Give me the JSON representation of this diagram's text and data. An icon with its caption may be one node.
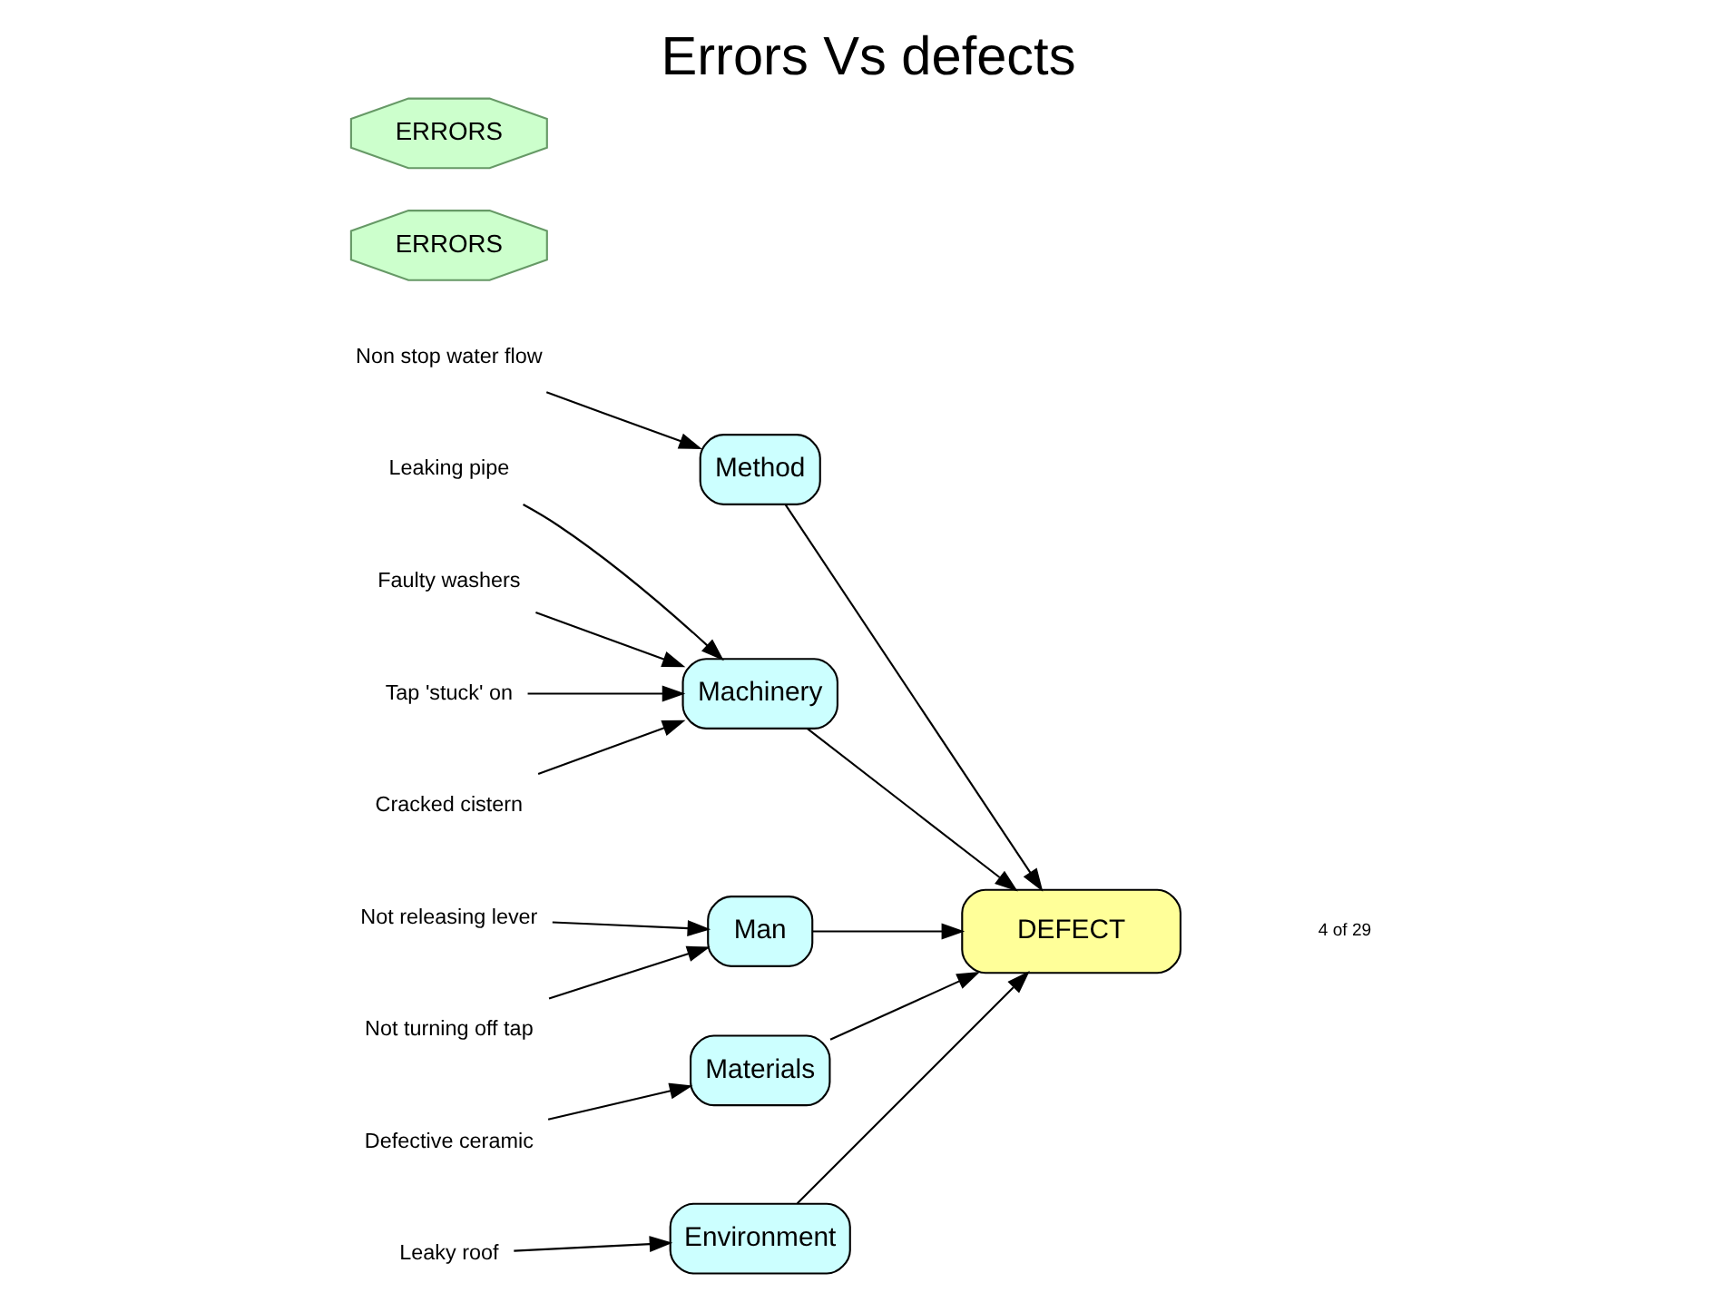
{
  "diagram": {
    "title": "Errors Vs defects",
    "nodes": [
      {
        "text": [
          "Environment"
        ]
      },
      {
        "text": [
          "Method"
        ]
      },
      {
        "text": [
          "Machinery"
        ]
      },
      {
        "text": [
          "Leaking pipe"
        ]
      },
      {
        "text": [
          "Faulty washers"
        ]
      },
      {
        "text": [
          "Non stop water flow"
        ]
      },
      {
        "text": [
          "ERRORS"
        ]
      },
      {
        "text": [
          "Leaky roof"
        ]
      },
      {
        "text": [
          "Tap 'stuck' on"
        ]
      },
      {
        "text": [
          "Cracked cistern"
        ]
      },
      {
        "text": [
          "DEFECT"
        ]
      },
      {
        "text": [
          "Not releasing lever"
        ]
      },
      {
        "text": [
          "ERRORS"
        ]
      },
      {
        "text": [
          "Not turning off tap"
        ]
      },
      {
        "text": [
          "Defective ceramic"
        ]
      },
      {
        "text": [
          "Man"
        ]
      },
      {
        "text": [
          "Materials"
        ]
      }
    ],
    "edges": [
      {
        "from": 0,
        "to": 10,
        "arrow": "to"
      },
      {
        "from": 1,
        "to": 10,
        "arrow": "to"
      },
      {
        "from": 2,
        "to": 10,
        "arrow": "to"
      },
      {
        "from": 15,
        "to": 10,
        "arrow": "to"
      },
      {
        "from": 16,
        "to": 10,
        "arrow": "to"
      },
      {
        "from": 7,
        "to": 0,
        "arrow": "to"
      },
      {
        "from": 5,
        "to": 1,
        "arrow": "to"
      },
      {
        "from": 4,
        "to": 2,
        "arrow": "to"
      },
      {
        "from": 8,
        "to": 2,
        "arrow": "to"
      },
      {
        "from": 3,
        "to": 2,
        "arrow": "to"
      },
      {
        "from": 9,
        "to": 2,
        "arrow": "to"
      },
      {
        "from": 11,
        "to": 15,
        "arrow": "to"
      },
      {
        "from": 13,
        "to": 15,
        "arrow": "to"
      },
      {
        "from": 14,
        "to": 16,
        "arrow": "to"
      }
    ],
    "labels": [
      "4 of 29"
    ]
  }
}
